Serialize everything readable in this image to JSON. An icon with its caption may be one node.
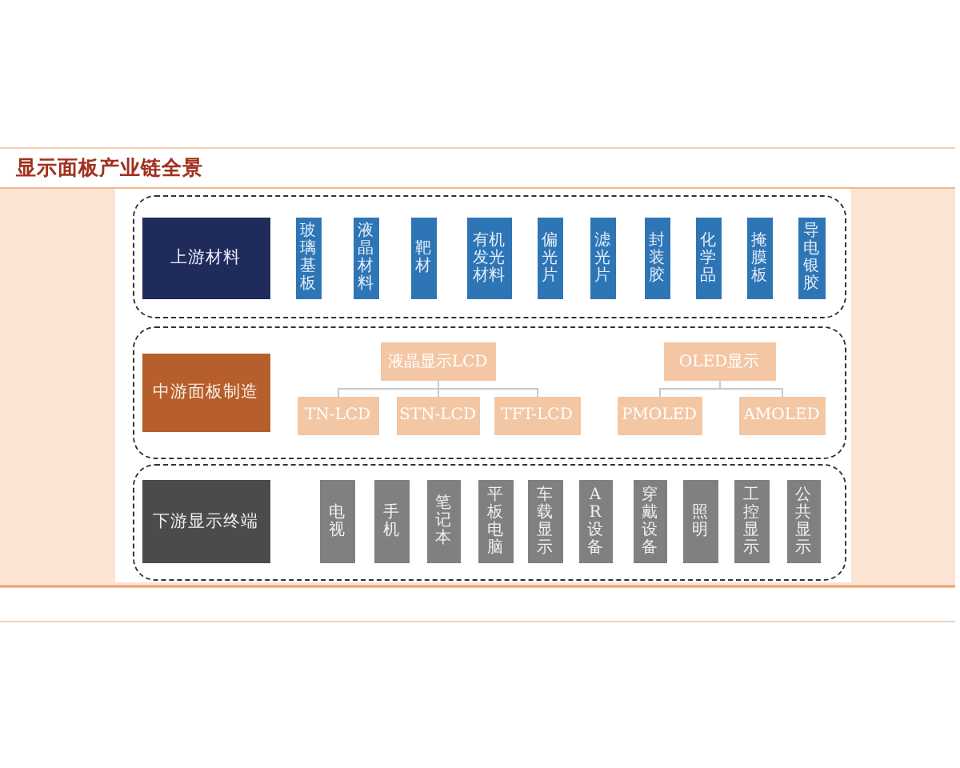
{
  "diagram": {
    "title": "显示面板产业链全景",
    "nodes": [
      {
        "text": [],
        "shape": "box"
      },
      {
        "text": [
          "上游材料"
        ],
        "in": 0
      },
      {
        "text": [
          "玻璃基板"
        ],
        "in": 0
      },
      {
        "text": [
          "液晶材料"
        ],
        "in": 0
      },
      {
        "text": [
          "靶材"
        ],
        "in": 0
      },
      {
        "text": [
          "有机发光材料"
        ],
        "in": 0
      },
      {
        "text": [
          "偏光片"
        ],
        "in": 0
      },
      {
        "text": [
          "滤光片"
        ],
        "in": 0
      },
      {
        "text": [
          "封装胶"
        ],
        "in": 0
      },
      {
        "text": [
          "化学品"
        ],
        "in": 0
      },
      {
        "text": [
          "掩膜板"
        ],
        "in": 0
      },
      {
        "text": [
          "导电银胶"
        ],
        "in": 0
      },
      {
        "text": [],
        "shape": "box"
      },
      {
        "text": [
          "中游面板制造"
        ],
        "in": 12
      },
      {
        "text": [
          "液晶显示LCD"
        ],
        "in": 12
      },
      {
        "text": [
          "OLED显示"
        ],
        "in": 12
      },
      {
        "text": [
          "TN-LCD"
        ],
        "in": 12
      },
      {
        "text": [
          "STN-LCD"
        ],
        "in": 12
      },
      {
        "text": [
          "TFT-LCD"
        ],
        "in": 12
      },
      {
        "text": [
          "PMOLED"
        ],
        "in": 12
      },
      {
        "text": [
          "AMOLED"
        ],
        "in": 12
      },
      {
        "text": [],
        "shape": "box"
      },
      {
        "text": [
          "下游显示终端"
        ],
        "in": 21
      },
      {
        "text": [
          "电视"
        ],
        "in": 21
      },
      {
        "text": [
          "手机"
        ],
        "in": 21
      },
      {
        "text": [
          "笔记本"
        ],
        "in": 21
      },
      {
        "text": [
          "平板电脑"
        ],
        "in": 21
      },
      {
        "text": [
          "车载显示"
        ],
        "in": 21
      },
      {
        "text": [
          "AR设备"
        ],
        "in": 21
      },
      {
        "text": [
          "穿戴设备"
        ],
        "in": 21
      },
      {
        "text": [
          "照明"
        ],
        "in": 21
      },
      {
        "text": [
          "工控显示"
        ],
        "in": 21
      },
      {
        "text": [
          "公共显示"
        ],
        "in": 21
      }
    ],
    "edges": [
      {
        "from": 14,
        "to": 16,
        "arrow": "none"
      },
      {
        "from": 14,
        "to": 17,
        "arrow": "none"
      },
      {
        "from": 14,
        "to": 18,
        "arrow": "none"
      },
      {
        "from": 15,
        "to": 19,
        "arrow": "none"
      },
      {
        "from": 15,
        "to": 20,
        "arrow": "none"
      }
    ]
  }
}
